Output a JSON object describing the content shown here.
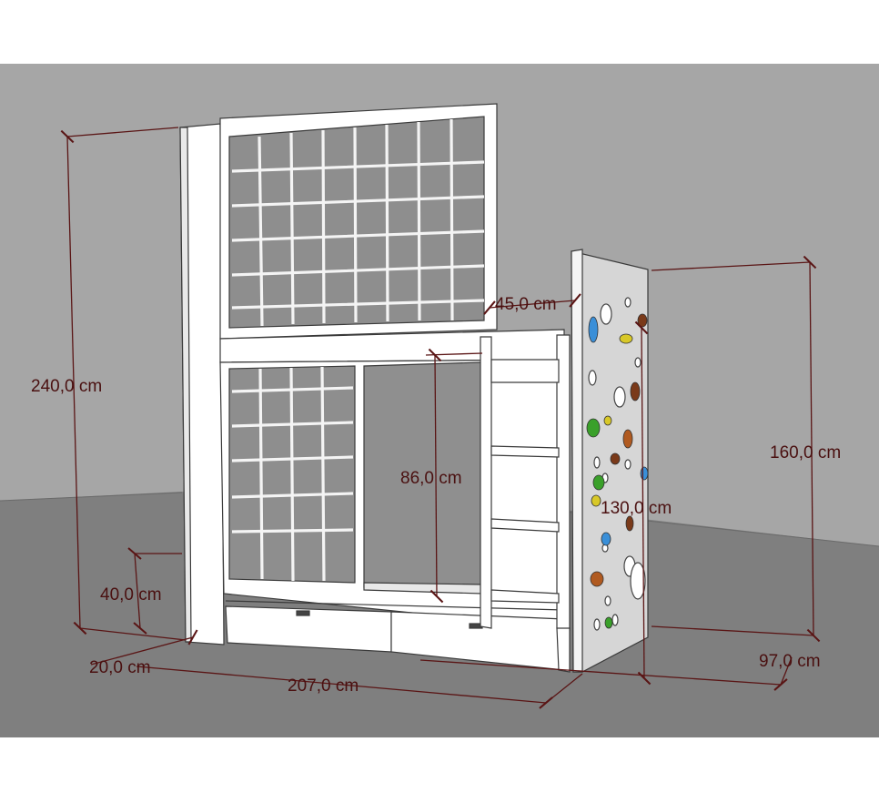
{
  "dimensions": {
    "total_height": "240,0 cm",
    "bed_length": "207,0 cm",
    "bed_width": "97,0 cm",
    "climbing_wall_height": "160,0 cm",
    "ladder_height": "130,0 cm",
    "lower_opening_height": "86,0 cm",
    "drawer_height": "40,0 cm",
    "post_depth": "20,0 cm",
    "wall_offset": "45,0 cm"
  },
  "colors": {
    "background_wall": "#a6a6a6",
    "floor": "#7d7d7d",
    "white_board": "#ffffff",
    "dimension_line": "#5a1515",
    "net": "#f7f7f7",
    "shadow_interior": "#8c8c8c",
    "holds": [
      "#3a8fd8",
      "#d8c828",
      "#7a3a1a",
      "#3aa02a",
      "#b05a20"
    ]
  }
}
